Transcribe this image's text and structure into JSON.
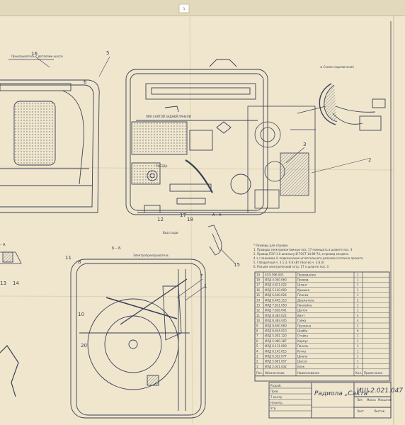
{
  "colors": {
    "paper": "#efe6cd",
    "ink": "#3a3f58",
    "margin": "#d9cfb3",
    "tab": "#ffffff"
  },
  "callouts": [
    "16",
    "5",
    "6",
    "2",
    "3",
    "12",
    "18",
    "17",
    "15",
    "7",
    "1",
    "14",
    "13",
    "11",
    "10",
    "8",
    "20"
  ],
  "section_labels": {
    "aa_right": "А – А",
    "aa_left": "– А",
    "bb": "Б – Б",
    "sat_dish": "⊕ Схема подключения"
  },
  "notes_text": [
    "* Размеры для справок",
    "1. Провода электромонтажные поз. 17 помещать в шланге поз. 3",
    "2. Провод ПЭЛ 1.0 шпильку Ø ГОСТ 14.89-74, в провод конденс.",
    "4 ч с зажимом 4, подключение штепсельного разъема согласно проекта",
    "5. Габаритный ч. 3.1.3, 0.8 кВт  (Кол-во ч. 3.8.4)",
    "6. Разъем электрический эстр. 17 к шланге поз. 3"
  ],
  "bom": {
    "header": [
      "Поз.",
      "Обозначение",
      "Наименование",
      "Кол.",
      "Примечание"
    ],
    "rows": [
      [
        "19",
        "АСО.096.003",
        "Проводники",
        "1",
        ""
      ],
      [
        "18",
        "ИЛД 4.040.060",
        "Провод",
        "1",
        ""
      ],
      [
        "17",
        "ИЛД 4.811.022",
        "Шланг",
        "1",
        ""
      ],
      [
        "16",
        "ИЛД 5.120.009",
        "Крышка",
        "1",
        ""
      ],
      [
        "15",
        "ИЛД 6.440.024",
        "Планка",
        "1",
        ""
      ],
      [
        "14",
        "ИЛД 6.445.113",
        "Держатель",
        "2",
        ""
      ],
      [
        "13",
        "ИЛД 7.811.050",
        "Наклейка",
        "1",
        ""
      ],
      [
        "12",
        "ИЛД 7.826.041",
        "Щиток",
        "1",
        ""
      ],
      [
        "11",
        "ИЛД 8.383.022",
        "Винт",
        "4",
        ""
      ],
      [
        "10",
        "ИЛД 8.383.045",
        "Гайка",
        "4",
        ""
      ],
      [
        "9",
        "ИЛД 8.640.069",
        "Пружина",
        "2",
        ""
      ],
      [
        "8",
        "ИЛД 8.654.010",
        "Шайба",
        "6",
        ""
      ],
      [
        "7",
        "ИЛД 5.001.120",
        "Стойка",
        "1",
        ""
      ],
      [
        "6",
        "ИЛД 5.060.187",
        "Корпус",
        "1",
        ""
      ],
      [
        "5",
        "ИЛД 6.111.009",
        "Панель",
        "1",
        ""
      ],
      [
        "4",
        "ИЛД 6.145.015",
        "Ручка",
        "1",
        ""
      ],
      [
        "3",
        "ИЛД 6.352.077",
        "Шкала",
        "1",
        ""
      ],
      [
        "2",
        "ИЛД 5.861.057",
        "Шасси",
        "1",
        ""
      ],
      [
        "1",
        "ИЛД 2.021.032",
        "Блок",
        "1",
        ""
      ]
    ]
  },
  "title_block": {
    "drawing_number": "ИШ 2.021.047",
    "product_name": "Радиола „Сакта\"",
    "stage_label": "Лит.",
    "mass_label": "Масса",
    "scale_label": "Масштаб",
    "sheet_label": "Лист",
    "sheets_label": "Листов",
    "signature_roles": [
      "Разраб.",
      "Пров.",
      "Т.контр.",
      "Н.контр.",
      "Утв."
    ]
  },
  "corner_tab_number": "1"
}
